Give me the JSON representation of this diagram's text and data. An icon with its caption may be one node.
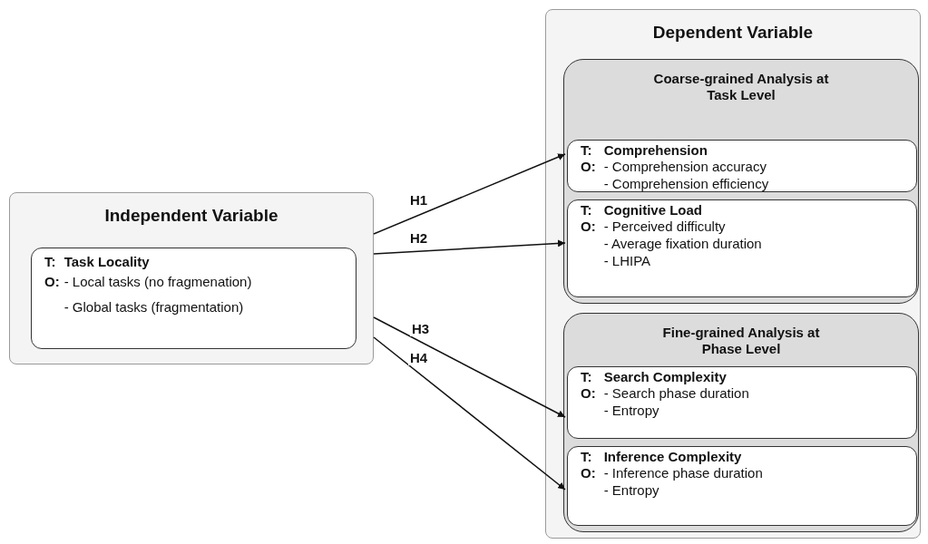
{
  "diagram": {
    "nodes": [
      {
        "text": [
          "Independent Variable"
        ]
      },
      {
        "text": [
          "T:",
          "Task Locality",
          "O:",
          "- Local tasks (no fragmenation)",
          "- Global tasks (fragmentation)"
        ],
        "in": 0
      },
      {
        "text": [
          "Dependent Variable"
        ]
      },
      {
        "text": [
          "Coarse-grained Analysis at Task Level"
        ],
        "in": 2
      },
      {
        "text": [
          "T:",
          "Comprehension",
          "O:",
          "- Comprehension accuracy",
          "- Comprehension efficiency"
        ],
        "in": 3
      },
      {
        "text": [
          "T:",
          "Cognitive Load",
          "O:",
          "- Perceived difficulty",
          "- Average fixation duration",
          "- LHIPA"
        ],
        "in": 3
      },
      {
        "text": [
          "Fine-grained Analysis at Phase Level"
        ],
        "in": 2
      },
      {
        "text": [
          "T:",
          "Search Complexity",
          "O:",
          "- Search phase duration",
          "- Entropy"
        ],
        "in": 6
      },
      {
        "text": [
          "T:",
          "Inference Complexity",
          "O:",
          "- Inference phase duration",
          "- Entropy"
        ],
        "in": 6
      }
    ],
    "edges": [
      {
        "from": 0,
        "to": 4,
        "arrow": "to",
        "label": "H1"
      },
      {
        "from": 0,
        "to": 5,
        "arrow": "to",
        "label": "H2"
      },
      {
        "from": 0,
        "to": 7,
        "arrow": "to",
        "label": "H3"
      },
      {
        "from": 0,
        "to": 8,
        "arrow": "to",
        "label": "H4"
      }
    ]
  }
}
